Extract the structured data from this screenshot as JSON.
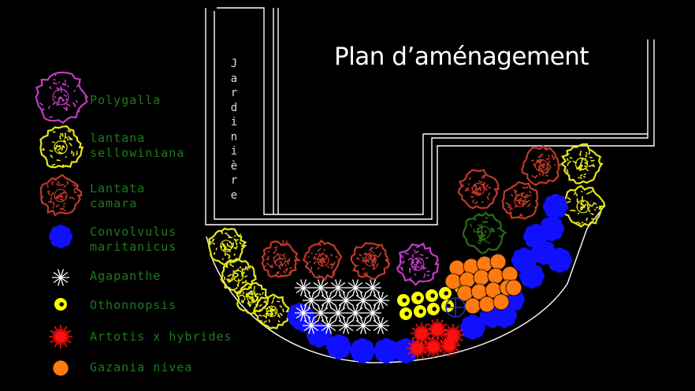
{
  "title": "Plan d’aménagement",
  "planter_label": "Jardinière",
  "legend": [
    {
      "label": "Polygalla",
      "color": "#c43bc4",
      "symbol": "shrub"
    },
    {
      "label": "lantana\nsellowiniana",
      "color": "#e6e61e",
      "symbol": "shrub"
    },
    {
      "label": "Lantata\ncamara",
      "color": "#c0392b",
      "symbol": "shrub"
    },
    {
      "label": "Convolvulus\nmaritanicus",
      "color": "#1010ff",
      "symbol": "blob"
    },
    {
      "label": "Agapanthe",
      "color": "#ffffff",
      "symbol": "star"
    },
    {
      "label": "Othonnopsis",
      "color": "#ffff00",
      "symbol": "ring"
    },
    {
      "label": "Artotis x hybrides",
      "color": "#ff1010",
      "symbol": "burst"
    },
    {
      "label": "Gazania nivea",
      "color": "#ff7a10",
      "symbol": "dot"
    }
  ],
  "colors": {
    "background": "#000000",
    "outline": "#ffffff",
    "extra_shrub": "#2e6b1a",
    "crosshair": "#2233aa"
  }
}
